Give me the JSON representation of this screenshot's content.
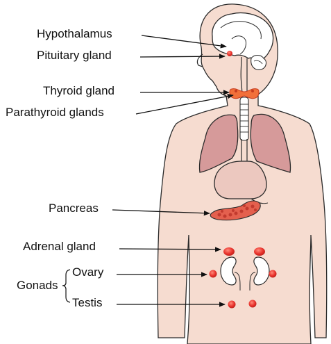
{
  "labels": {
    "hypothalamus": "Hypothalamus",
    "pituitary": "Pituitary gland",
    "thyroid": "Thyroid gland",
    "parathyroid": "Parathyroid glands",
    "pancreas": "Pancreas",
    "adrenal": "Adrenal gland",
    "gonads": "Gonads",
    "ovary": "Ovary",
    "testis": "Testis"
  },
  "colors": {
    "body_fill": "#f6dcd0",
    "outline": "#2a2a2a",
    "lung_fill": "#d69a9a",
    "stomach_fill": "#ecc8bf",
    "gland_red": "#e8322c",
    "thyroid_fill": "#f2703a"
  }
}
